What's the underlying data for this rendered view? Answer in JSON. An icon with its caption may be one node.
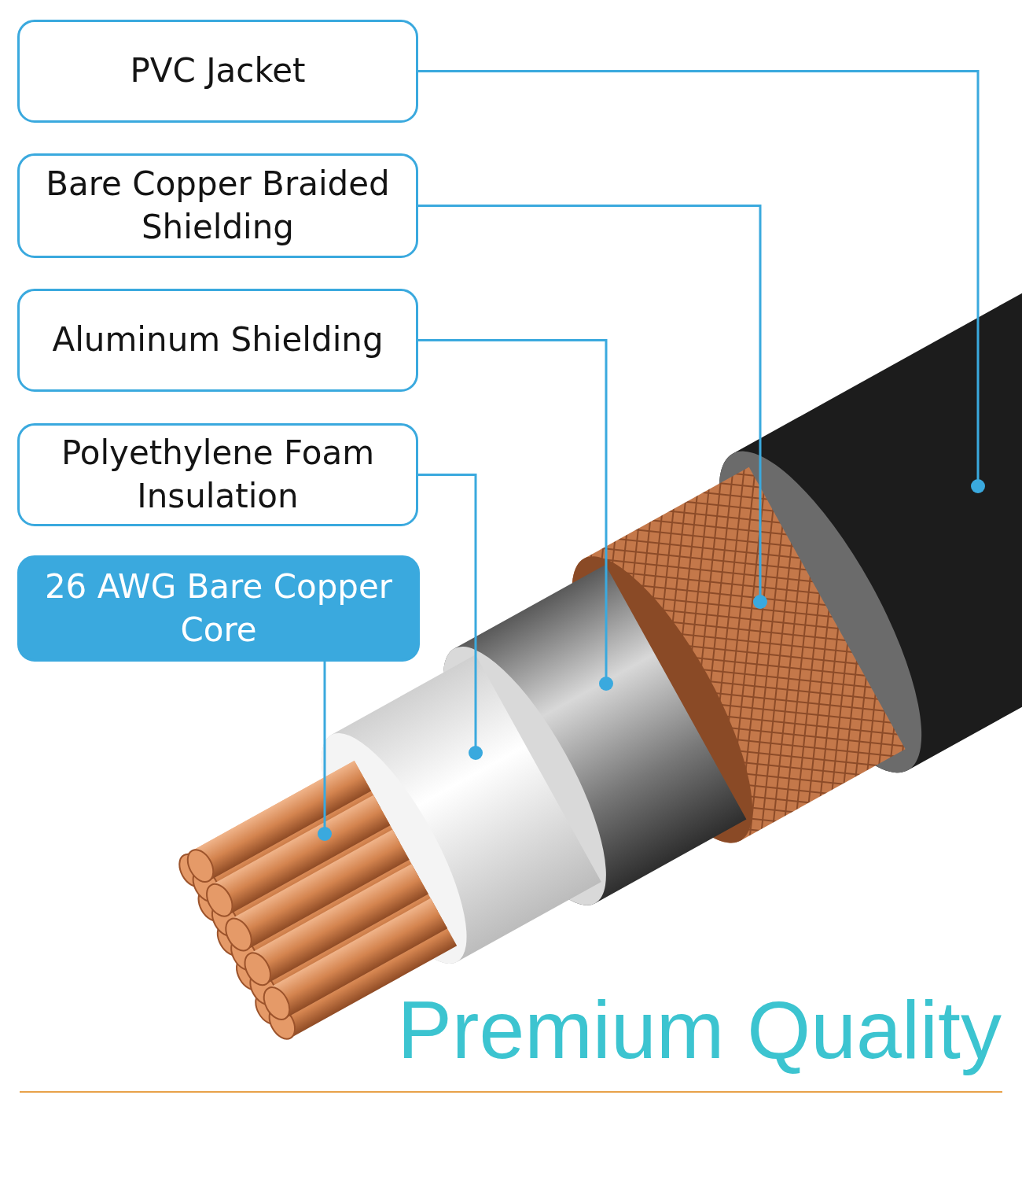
{
  "diagram": {
    "nodes": [
      {
        "text": [
          "PVC Jacket"
        ]
      },
      {
        "text": [
          "Bare Copper Braided Shielding"
        ]
      },
      {
        "text": [
          "Aluminum Shielding"
        ]
      },
      {
        "text": [
          "Polyethylene Foam Insulation"
        ]
      },
      {
        "text": [
          "26 AWG Bare Copper Core"
        ]
      },
      {
        "text": [],
        "shape": "cylinder"
      },
      {
        "text": [],
        "shape": "cylinder"
      },
      {
        "text": [],
        "shape": "cylinder"
      },
      {
        "text": [],
        "shape": "cylinder"
      },
      {
        "text": [],
        "shape": "cylinder"
      }
    ],
    "edges": [
      {
        "from": 0,
        "to": 5,
        "arrow": "other"
      },
      {
        "from": 1,
        "to": 6,
        "arrow": "other"
      },
      {
        "from": 2,
        "to": 7,
        "arrow": "other"
      },
      {
        "from": 3,
        "to": 8,
        "arrow": "other"
      },
      {
        "from": 4,
        "to": 9,
        "arrow": "other"
      }
    ],
    "labels": [
      "Premium Quality"
    ]
  }
}
